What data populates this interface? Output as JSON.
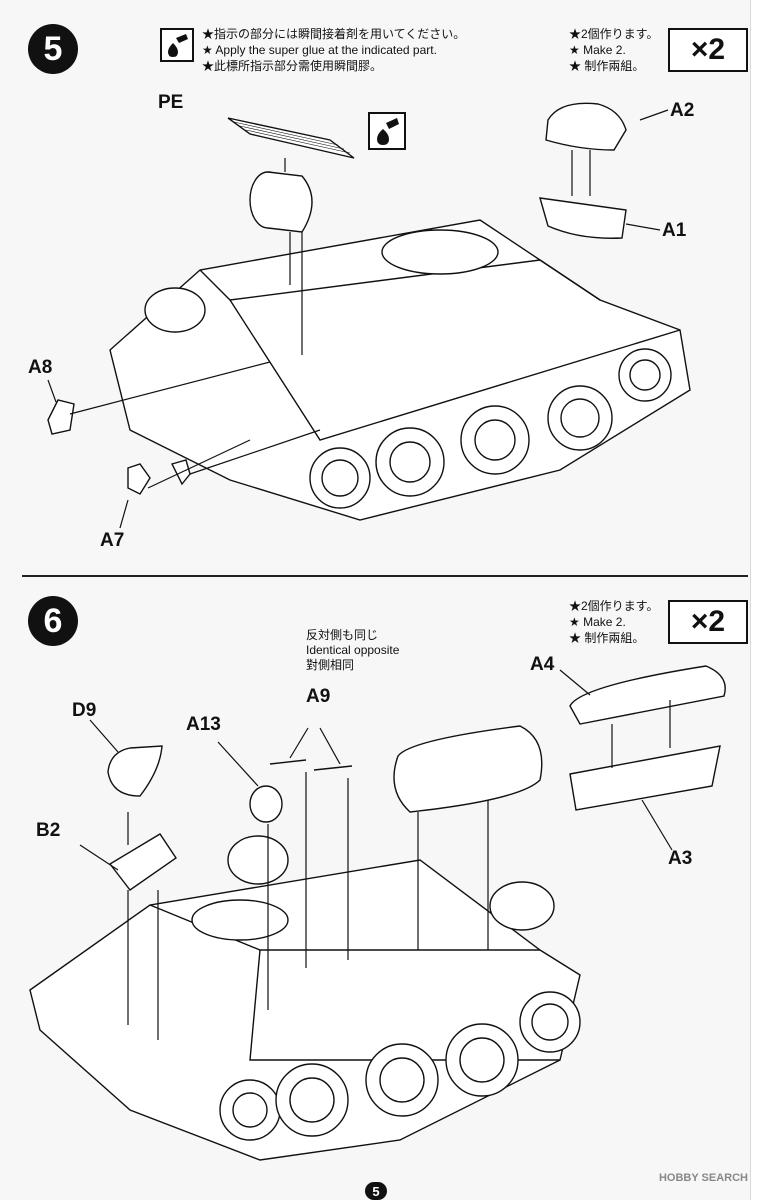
{
  "steps": [
    {
      "number": "5",
      "notes": [
        "★指示の部分には瞬間接着剤を用いてください。",
        "★ Apply the super glue at the indicated part.",
        "★此標所指示部分需使用瞬間膠。"
      ],
      "make": [
        "★2個作ります。",
        "★ Make 2.",
        "★ 制作兩組。"
      ],
      "multiplier": "×2",
      "labels": {
        "pe": "PE",
        "a2": "A2",
        "a1": "A1",
        "a8": "A8",
        "a7": "A7"
      }
    },
    {
      "number": "6",
      "make": [
        "★2個作ります。",
        "★ Make 2.",
        "★ 制作兩組。"
      ],
      "multiplier": "×2",
      "identical": [
        "反対側も同じ",
        "Identical opposite",
        "對側相同"
      ],
      "labels": {
        "d9": "D9",
        "a13": "A13",
        "a9": "A9",
        "b2": "B2",
        "a4": "A4",
        "a3": "A3"
      }
    }
  ],
  "page_number": "5",
  "watermark": "HOBBY SEARCH"
}
